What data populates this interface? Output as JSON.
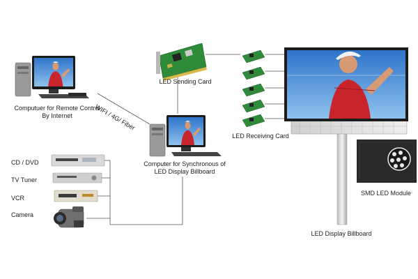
{
  "labels": {
    "remote_computer": [
      "Computuer for Remote Control",
      "By Internet"
    ],
    "network_link": "WIFI / 4G/ Fiber",
    "sending_card": "LED Sending Card",
    "receiving_card": "LED Receiving Card",
    "sync_computer": [
      "Computer for Synchronous of",
      "LED Display Billboard"
    ],
    "smd_module": "SMD LED Module",
    "billboard": "LED Display Billboard"
  },
  "sources": [
    "CD / DVD",
    "TV Tuner",
    "VCR",
    "Camera"
  ],
  "colors": {
    "line": "#555555",
    "sky_blue": "#3d86d6",
    "shirt_red": "#c8242c",
    "card_green": "#2f8a3a",
    "monitor_dark": "#1c1c1c"
  },
  "icons": [
    "desktop-computer",
    "pci-card",
    "receiving-card",
    "dvd-player",
    "tv-tuner",
    "vcr",
    "camcorder",
    "billboard",
    "led-module"
  ]
}
